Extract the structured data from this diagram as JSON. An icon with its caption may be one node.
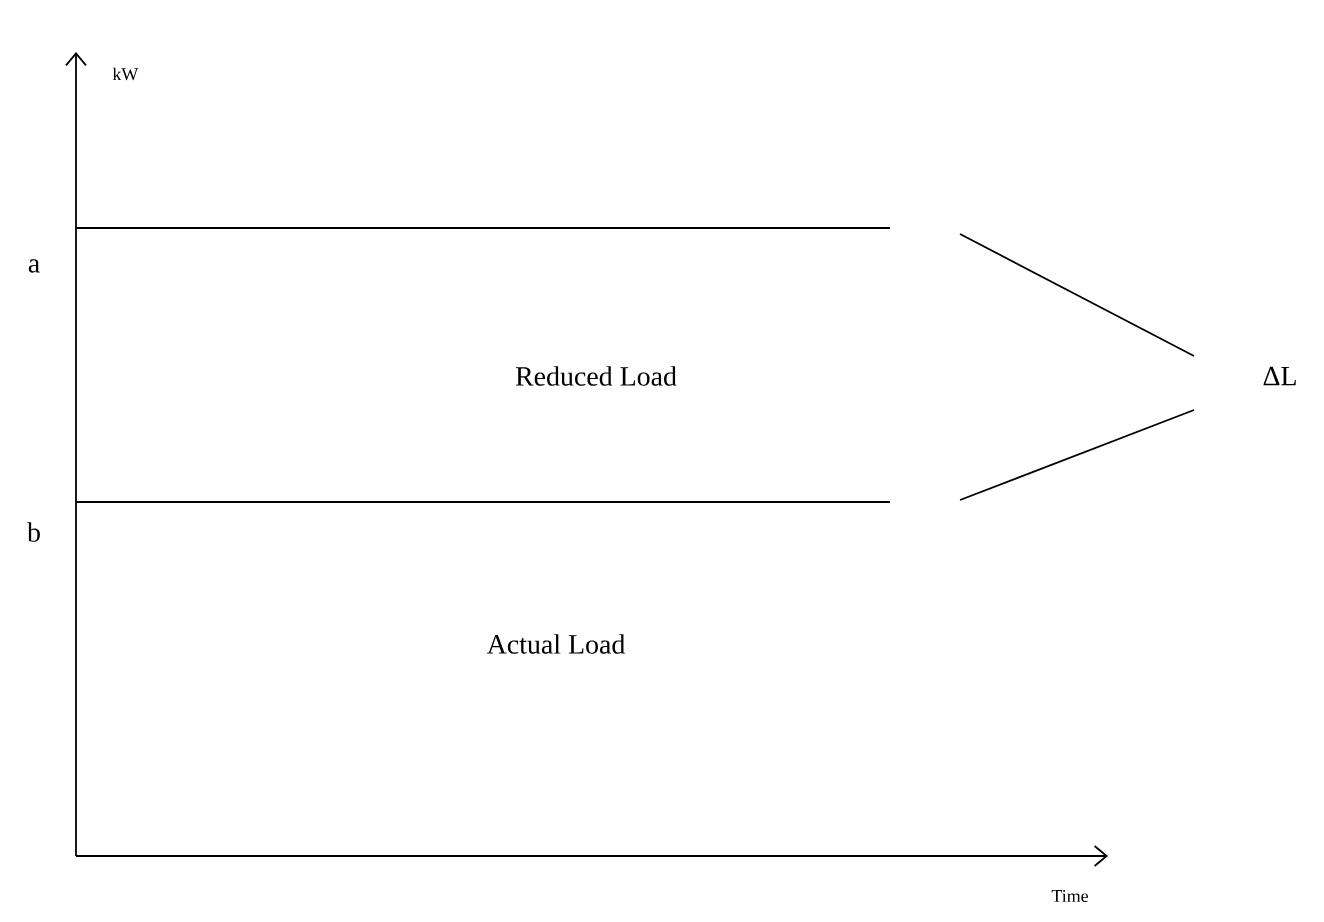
{
  "diagram": {
    "labels": [
      "kW",
      "a",
      "Reduced Load",
      "ΔL",
      "b",
      "Actual Load",
      "Time"
    ]
  }
}
